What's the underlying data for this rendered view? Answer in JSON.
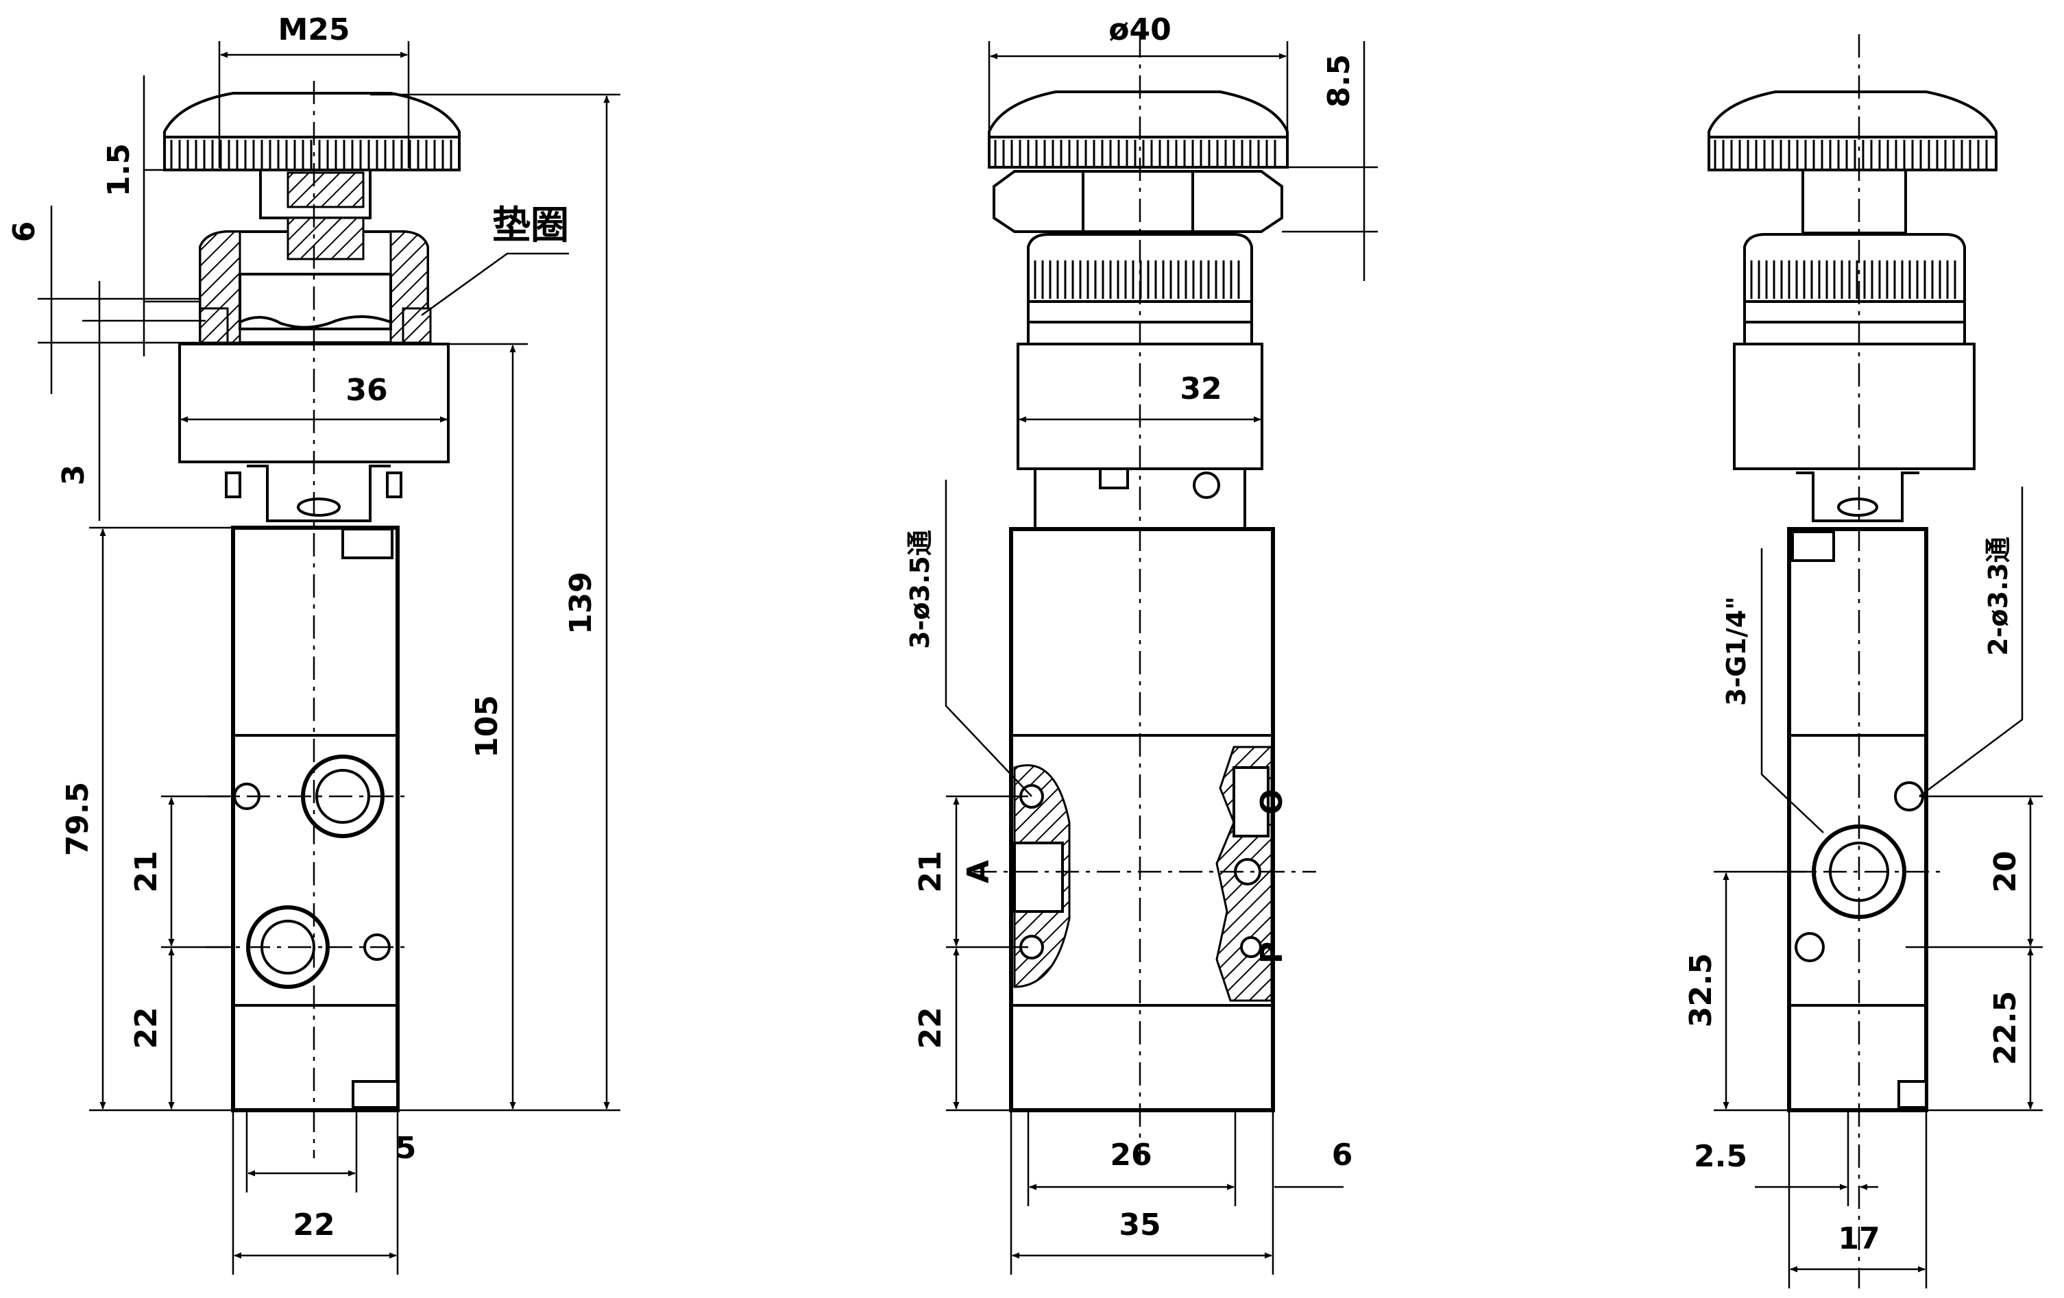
{
  "dimensions": {
    "m25": "M25",
    "d139": "139",
    "d105": "105",
    "d36": "36",
    "d1_5": "1.5",
    "d6_left": "6",
    "d3": "3",
    "d79_5": "79.5",
    "d21_left": "21",
    "d22_left_v": "22",
    "d5": "5",
    "d22_bottom": "22",
    "gasket": "垫圈",
    "phi40": "ø40",
    "d8_5": "8.5",
    "d32": "32",
    "holes_3x3_5": "3-ø3.5通",
    "d21_mid": "21",
    "d22_mid_v": "22",
    "d26": "26",
    "d6_mid": "6",
    "d35": "35",
    "port_a": "A",
    "port_o": "O",
    "port_p": "P",
    "thread_3g14": "3-G1/4\"",
    "holes_2x3_3": "2-ø3.3通",
    "d20": "20",
    "d32_5": "32.5",
    "d22_5": "22.5",
    "d2_5": "2.5",
    "d17": "17"
  }
}
